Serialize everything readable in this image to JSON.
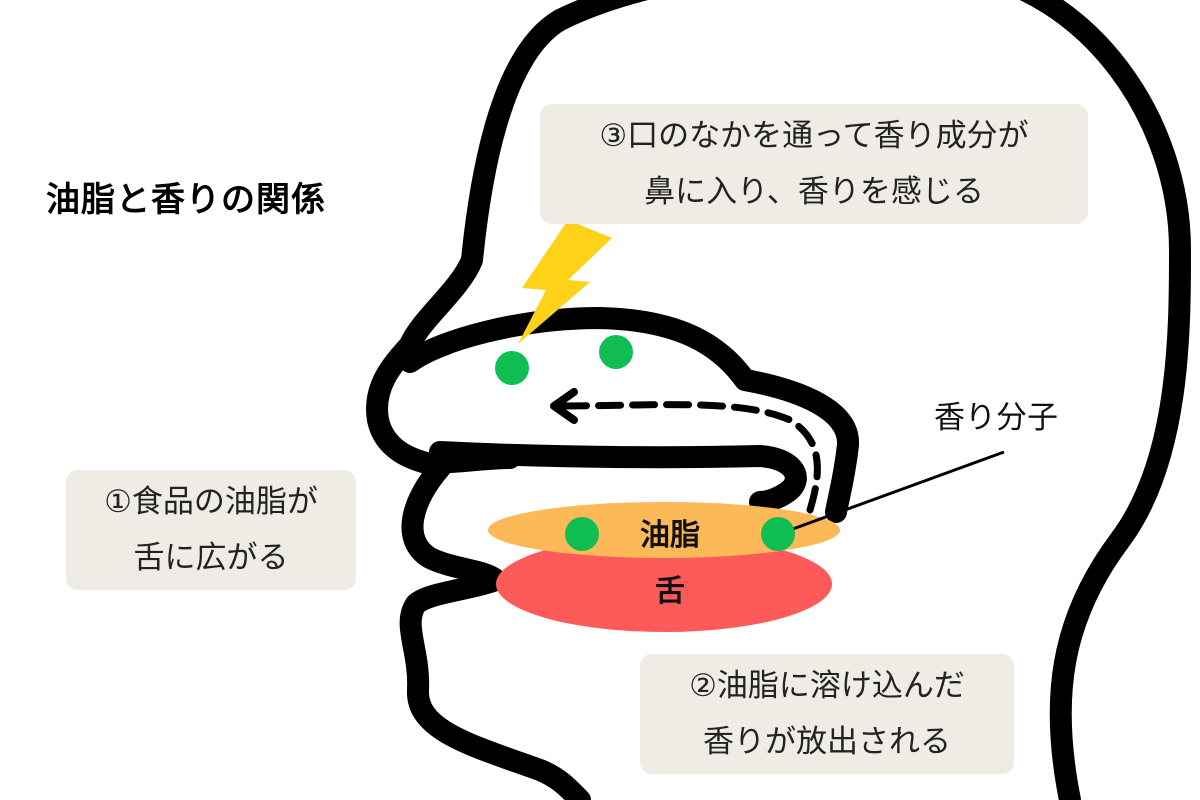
{
  "title": "油脂と香りの関係",
  "captions": {
    "step3": {
      "line1": "③口のなかを通って香り成分が",
      "line2": "鼻に入り、香りを感じる"
    },
    "step1": {
      "line1": "①食品の油脂が",
      "line2": "舌に広がる"
    },
    "step2": {
      "line1": "②油脂に溶け込んだ",
      "line2": "香りが放出される"
    }
  },
  "labels": {
    "aroma_molecule": "香り分子",
    "oil": "油脂",
    "tongue": "舌"
  },
  "colors": {
    "oil": "#fbb957",
    "tongue": "#ff5a5a",
    "molecule": "#0fbd53",
    "lightning": "#ffd21a",
    "caption_bg": "#efece6"
  },
  "icons": [
    "lightning-icon",
    "dashed-arrow-icon",
    "aroma-molecule-icon"
  ]
}
